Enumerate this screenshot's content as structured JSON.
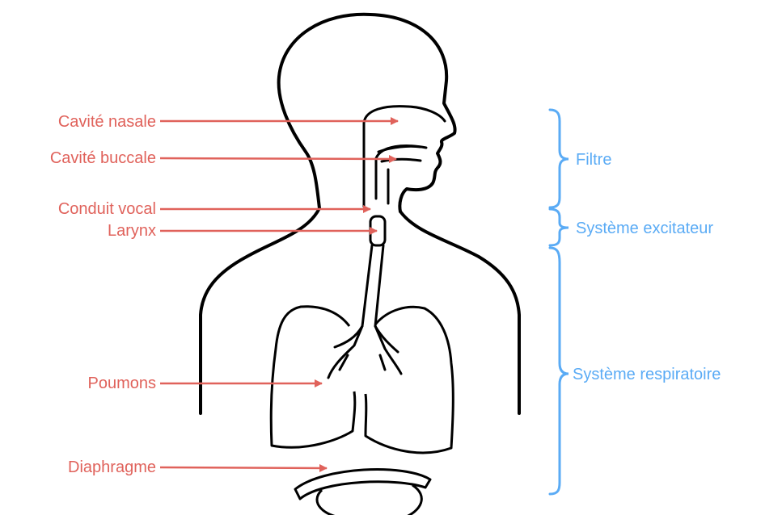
{
  "colors": {
    "outline": "#000000",
    "label": "#e0625b",
    "bracket": "#5aabf5"
  },
  "organ_labels": [
    "Cavité nasale",
    "Cavité buccale",
    "Conduit vocal",
    "Larynx",
    "Poumons",
    "Diaphragme"
  ],
  "system_labels": [
    "Filtre",
    "Système excitateur",
    "Système respiratoire"
  ]
}
